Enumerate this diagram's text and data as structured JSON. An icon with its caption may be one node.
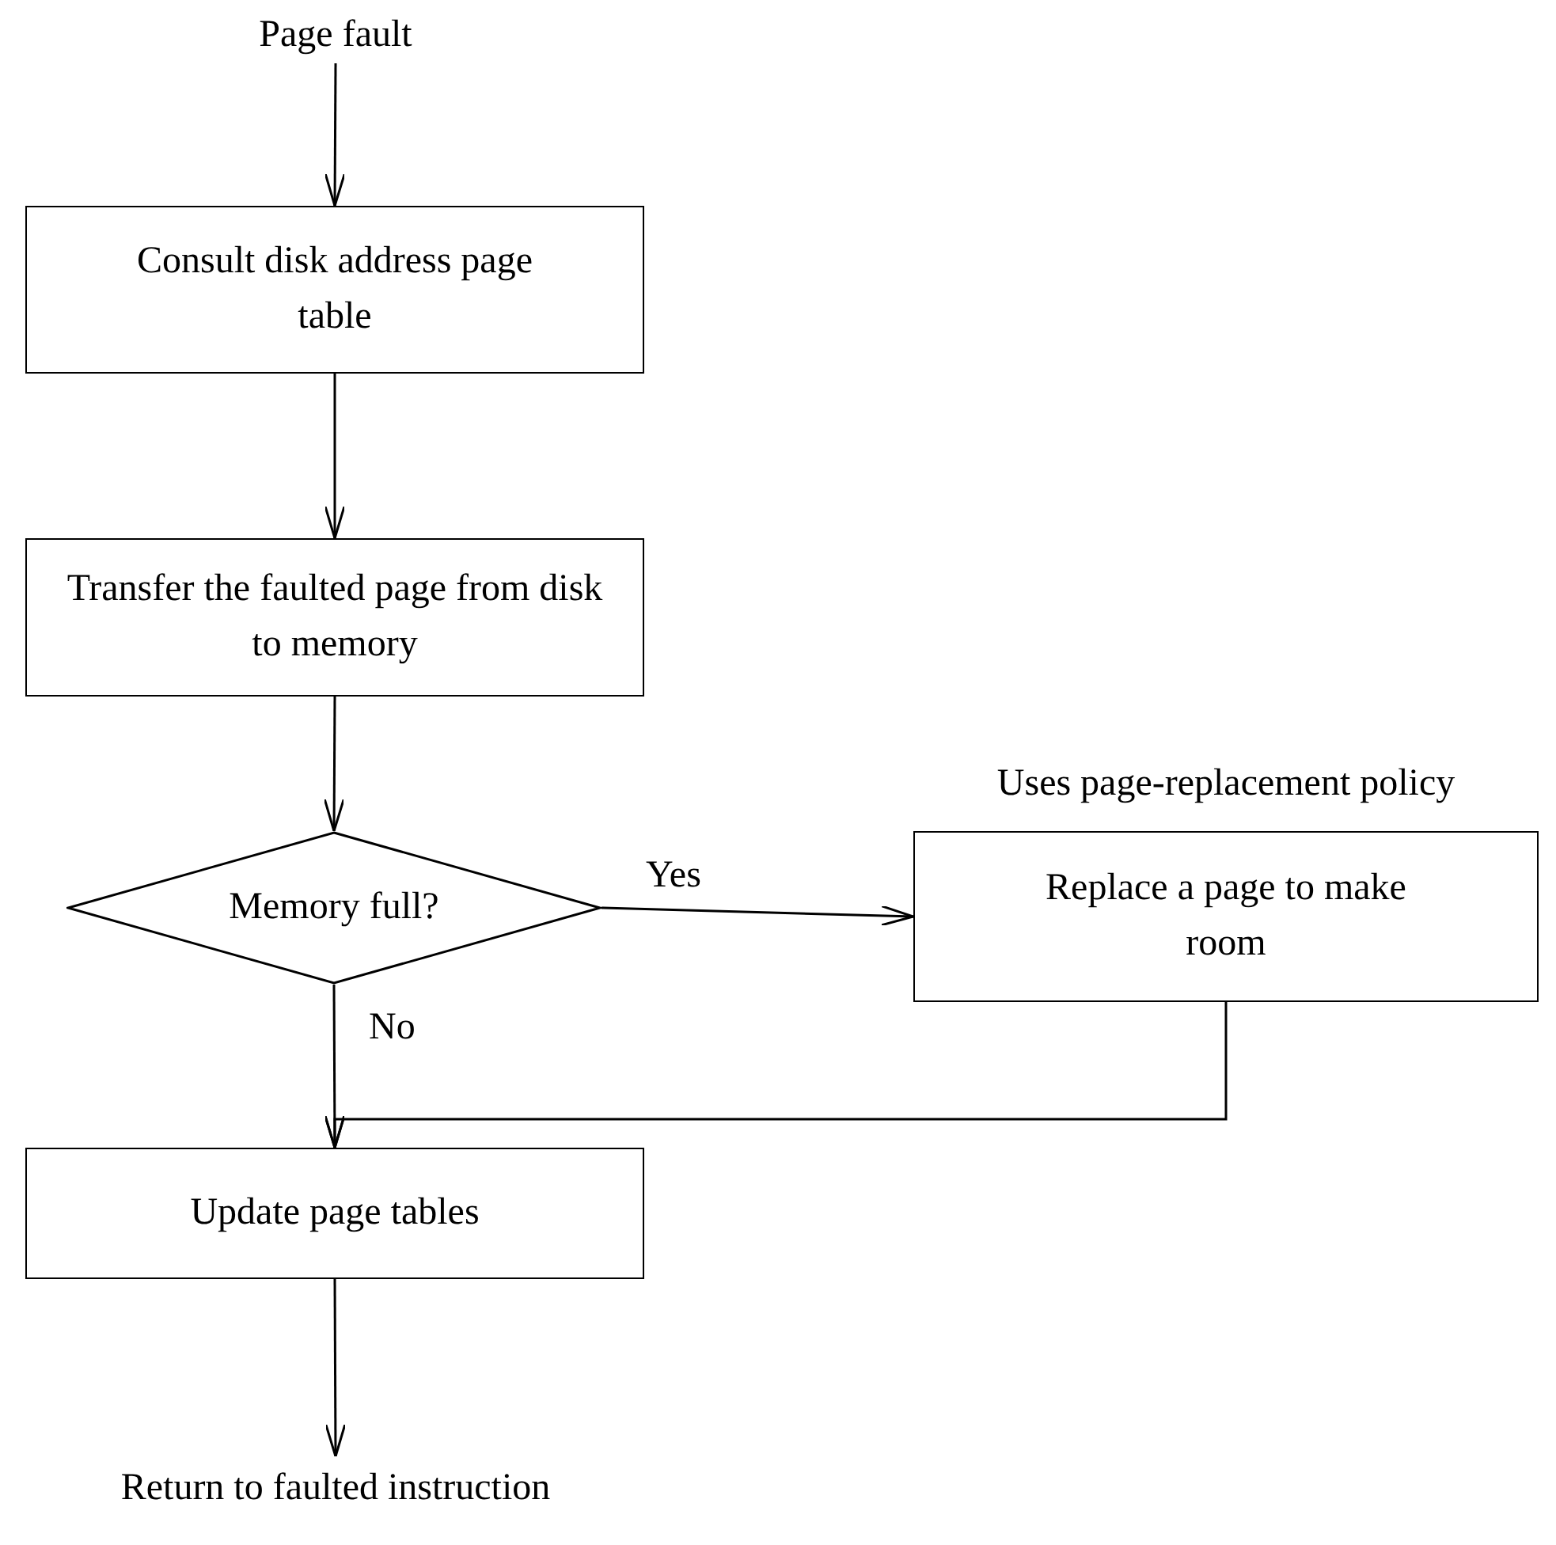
{
  "diagram": {
    "nodes": [
      {
        "text": [
          "Page fault"
        ]
      },
      {
        "text": [
          "Consult disk address page table"
        ]
      },
      {
        "text": [
          "Transfer the faulted page from disk to memory"
        ]
      },
      {
        "text": [
          "Memory full?"
        ]
      },
      {
        "text": [
          "Replace a page to make room"
        ],
        "beside": [
          "Uses page-replacement policy"
        ]
      },
      {
        "text": [
          "Update page tables"
        ]
      },
      {
        "text": [
          "Return to faulted instruction"
        ]
      }
    ],
    "edges": [
      {
        "from": 0,
        "to": 1,
        "arrow": "to"
      },
      {
        "from": 1,
        "to": 2,
        "arrow": "to"
      },
      {
        "from": 2,
        "to": 3,
        "arrow": "to"
      },
      {
        "from": 3,
        "to": 4,
        "arrow": "to",
        "label": "Yes"
      },
      {
        "from": 3,
        "to": 5,
        "arrow": "to",
        "label": "No"
      },
      {
        "from": 4,
        "to": 5,
        "arrow": "to"
      },
      {
        "from": 5,
        "to": 6,
        "arrow": "to"
      }
    ]
  }
}
